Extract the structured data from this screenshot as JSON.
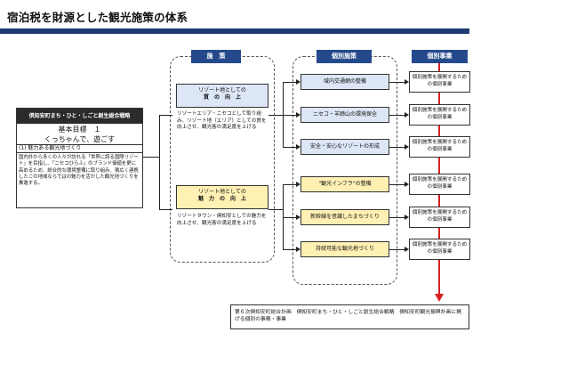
{
  "title": "宿泊税を財源とした観光施策の体系",
  "left_panel": {
    "header": "倶知安町まち・ひと・しごと創生総合戦略",
    "goal": "基本目標　１",
    "slogan": "くっちゃんで、遊ごす",
    "item": "(1) 魅力ある観光地づくり",
    "body": "国内外から多くの人々が訪れる「世界に誇る国際リゾート」を目指し、「ニセコひらふ」のブランド価値を更に高めるため、総合的な環境整備に取り組み、積広く連携したこの地域ならではの魅力を活かした観光地づくりを推進する。"
  },
  "policy": {
    "header": "施　策",
    "p1": {
      "title1": "リゾート地としての",
      "title2": "質　の　向　上",
      "desc": "リゾートエリア・ニセコとして取り組み、リゾート地（エリア）としての質を向上させ、観光客の満足度を上げる"
    },
    "p2": {
      "title1": "リゾート地としての",
      "title2": "魅　力　の　向　上",
      "desc": "リゾートタウン・倶知安としての魅力を向上させ、観光客の満足度を上げる"
    }
  },
  "individual_measures": {
    "header": "個別施策",
    "items": [
      "域内交通網の整備",
      "ニセコ・羊蹄山の環境保全",
      "安全・安心なリゾートの形成",
      "\"観光インフラ\"の整備",
      "新幹線を意識したまちづくり",
      "持続可能な観光地づくり"
    ]
  },
  "individual_projects": {
    "header": "個別事業",
    "item_text": "個別施策を展開するための個別事業"
  },
  "footer_note": "第６次倶知安町総合計画　倶知安町まち・ひと・しごと創生総合戦略　倶知安町観光振興計画に掲げる個別の事務・事業",
  "colors": {
    "header_blue": "#244a8c",
    "title_bar": "#1f3b73",
    "box_blue": "#dce6f5",
    "box_yellow": "#fff0b3",
    "arrow_red": "#d61f1f"
  }
}
